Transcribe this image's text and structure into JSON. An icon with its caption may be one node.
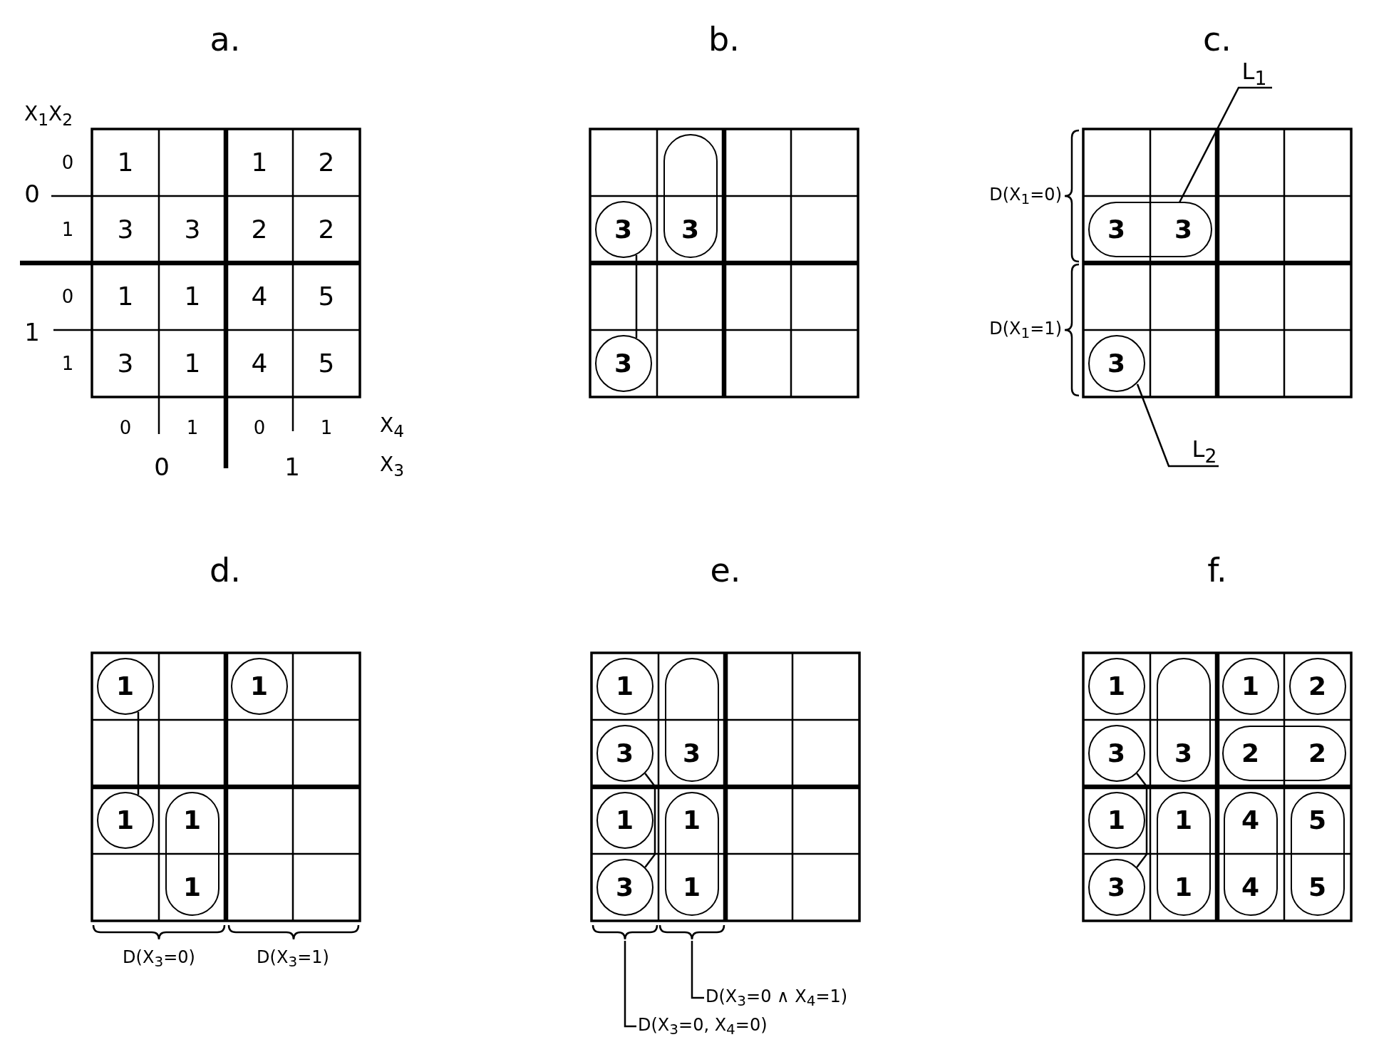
{
  "diagram": {
    "nodes": [
      {
        "text": [
          "3"
        ]
      },
      {
        "text": [
          "3"
        ]
      },
      {
        "text": [
          "3"
        ]
      },
      {
        "text": [
          "L$_{1}$"
        ]
      },
      {
        "text": [
          "3",
          "3"
        ]
      },
      {
        "text": [
          "3"
        ]
      },
      {
        "text": [
          "L$_{2}$"
        ]
      },
      {
        "text": [
          "1"
        ]
      },
      {
        "text": [
          "1"
        ]
      },
      {
        "text": [
          "1"
        ]
      },
      {
        "text": [
          "1",
          "1"
        ]
      },
      {
        "text": [
          "1"
        ]
      },
      {
        "text": [
          "3"
        ]
      },
      {
        "text": [
          "3"
        ]
      },
      {
        "text": [
          "1"
        ]
      },
      {
        "text": [
          "1",
          "1"
        ]
      },
      {
        "text": [
          "3"
        ]
      },
      {
        "text": [
          "D(X$_{3}$=0 ∧ X$_{4}$=1)"
        ]
      },
      {
        "text": [
          "D(X$_{3}$=0, X$_{4}$=0)"
        ]
      },
      {
        "text": [
          "1"
        ]
      },
      {
        "text": [
          "3"
        ]
      },
      {
        "text": [
          "1"
        ]
      },
      {
        "text": [
          "2"
        ]
      },
      {
        "text": [
          "3"
        ]
      },
      {
        "text": [
          "2",
          "2"
        ]
      },
      {
        "text": [
          "1"
        ]
      },
      {
        "text": [
          "1",
          "1"
        ]
      },
      {
        "text": [
          "4",
          "4"
        ]
      },
      {
        "text": [
          "5",
          "5"
        ]
      },
      {
        "text": [
          "3"
        ]
      }
    ],
    "edges": [
      {
        "from": 1,
        "to": 2,
        "arrow": "none"
      },
      {
        "from": 3,
        "to": 4,
        "arrow": "none"
      },
      {
        "from": 6,
        "to": 5,
        "arrow": "none"
      },
      {
        "from": 7,
        "to": 9,
        "arrow": "none"
      },
      {
        "from": 13,
        "to": 16,
        "arrow": "none"
      },
      {
        "from": 17,
        "to": null,
        "arrow": "none"
      },
      {
        "from": 18,
        "to": null,
        "arrow": "none"
      },
      {
        "from": 23,
        "to": 29,
        "arrow": "none"
      }
    ],
    "labels": [
      "a.",
      "b.",
      "c.",
      "X$_{1}$X$_{2}$",
      "0",
      "1",
      "1",
      "2",
      "0",
      "1",
      "3",
      "3",
      "2",
      "2",
      "0",
      "1",
      "1",
      "4",
      "5",
      "1",
      "1",
      "3",
      "1",
      "4",
      "5",
      "0",
      "1",
      "0",
      "1",
      "X$_{4}$",
      "0",
      "1",
      "X$_{3}$",
      "D(X$_{1}$=0)",
      "D(X$_{1}$=1)",
      "d.",
      "e.",
      "f.",
      "D(X$_{3}$=0)",
      "D(X$_{3}$=1)"
    ]
  }
}
